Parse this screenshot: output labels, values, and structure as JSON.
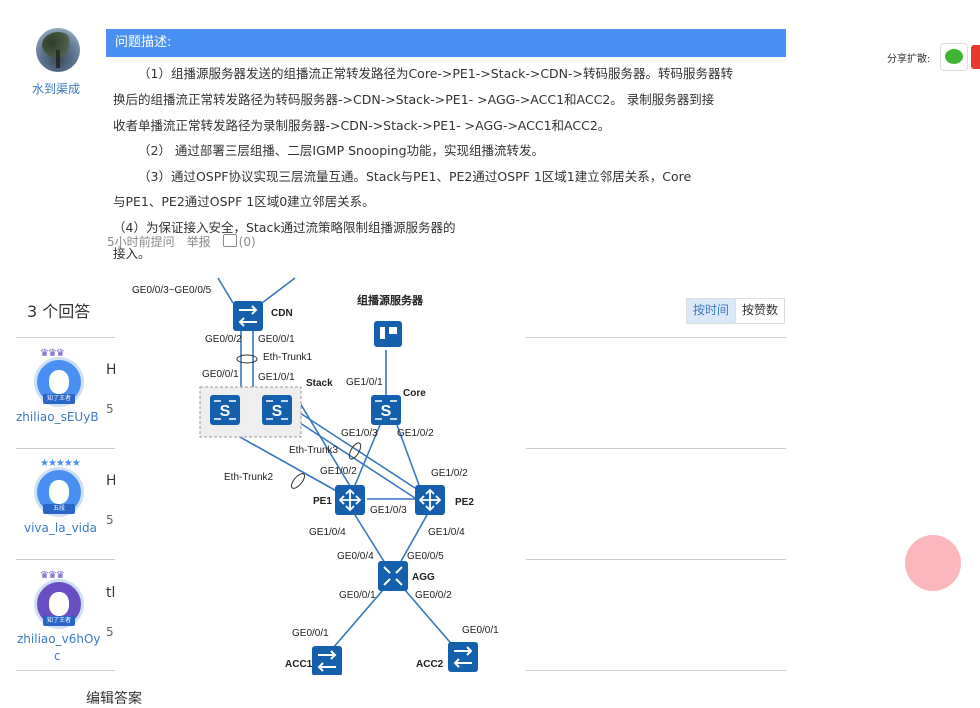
{
  "asker": {
    "name": "水到渠成"
  },
  "question": {
    "header": "问题描述:",
    "paragraphs": [
      "（1）组播源服务器发送的组播流正常转发路径为Core->PE1->Stack->CDN->转码服务器。转码服务器转",
      "换后的组播流正常转发路径为转码服务器->CDN->Stack->PE1- >AGG->ACC1和ACC2。 录制服务器到接",
      "收者单播流正常转发路径为录制服务器->CDN->Stack->PE1- >AGG->ACC1和ACC2。",
      "（2）  通过部署三层组播、二层IGMP Snooping功能，实现组播流转发。",
      "（3）通过OSPF协议实现三层流量互通。Stack与PE1、PE2通过OSPF 1区域1建立邻居关系，Core",
      "与PE1、PE2通过OSPF 1区域0建立邻居关系。",
      "（4）为保证接入安全，Stack通过流策略限制组播源服务器的",
      "接入。"
    ],
    "meta": {
      "time": "5小时前提问",
      "report": "举报",
      "likes": "(0)"
    }
  },
  "share": {
    "label": "分享扩散:"
  },
  "answers": {
    "title": "3 个回答",
    "sort_time": "按时间",
    "sort_votes": "按赞数",
    "items": [
      {
        "user": "zhiliao_sEUyB",
        "badge": "知了王者",
        "text": "H",
        "sub": "5"
      },
      {
        "user": "viva_la_vida",
        "badge": "五段",
        "text": "H",
        "sub": "5"
      },
      {
        "user": "zhiliao_v6hOyc",
        "user_line1": "zhiliao_v6hOy",
        "user_line2": "c",
        "badge": "知了王者",
        "text": "tl",
        "sub": "5"
      }
    ],
    "edit_label": "编辑答案"
  },
  "diagram": {
    "labels": {
      "top_ports": "GE0/0/3~GE0/0/5",
      "cdn": "CDN",
      "mcast_server": "组播源服务器",
      "cdn_p2": "GE0/0/2",
      "cdn_p1": "GE0/0/1",
      "eth_trunk1": "Eth-Trunk1",
      "stack_p1a": "GE0/0/1",
      "stack_p1b": "GE1/0/1",
      "stack": "Stack",
      "core_p1": "GE1/0/1",
      "core": "Core",
      "core_p3": "GE1/0/3",
      "core_p2": "GE1/0/2",
      "eth_trunk3": "Eth-Trunk3",
      "eth_trunk2": "Eth-Trunk2",
      "pe1_p2": "GE1/0/2",
      "pe2_p2": "GE1/0/2",
      "pe1": "PE1",
      "pe2": "PE2",
      "pe_link": "GE1/0/3",
      "pe1_p4": "GE1/0/4",
      "pe2_p4": "GE1/0/4",
      "agg_p4": "GE0/0/4",
      "agg_p5": "GE0/0/5",
      "agg": "AGG",
      "agg_p1": "GE0/0/1",
      "agg_p2": "GE0/0/2",
      "acc1_p": "GE0/0/1",
      "acc2_p": "GE0/0/1",
      "acc1": "ACC1",
      "acc2": "ACC2",
      "s": "S"
    }
  },
  "colors": {
    "accent": "#4a8ff2",
    "link": "#3d7ac2",
    "device": "#1560ad"
  }
}
